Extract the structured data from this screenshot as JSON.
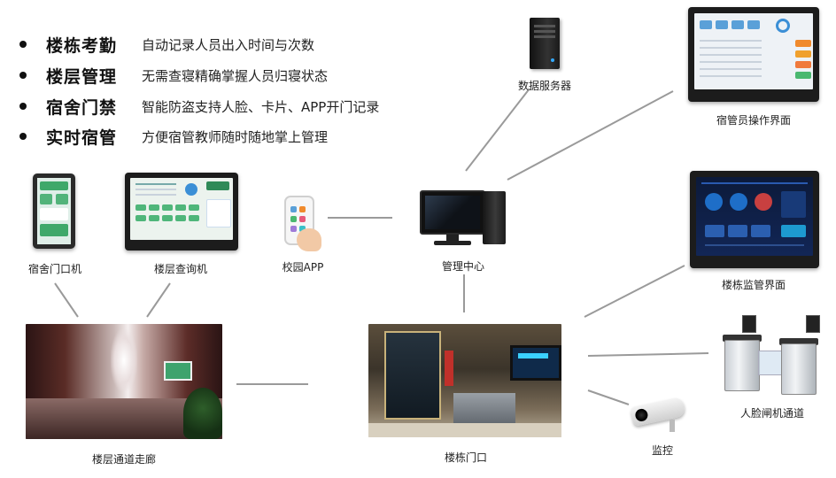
{
  "features": [
    {
      "title": "楼栋考勤",
      "desc": "自动记录人员出入时间与次数"
    },
    {
      "title": "楼层管理",
      "desc": "无需查寝精确掌握人员归寝状态"
    },
    {
      "title": "宿舍门禁",
      "desc": "智能防盗支持人脸、卡片、APP开门记录"
    },
    {
      "title": "实时宿管",
      "desc": "方便宿管教师随时随地掌上管理"
    }
  ],
  "nodes": {
    "data_server": "数据服务器",
    "admin_ui": "宿管员操作界面",
    "dorm_door_device": "宿舍门口机",
    "floor_kiosk": "楼层查询机",
    "campus_app": "校园APP",
    "management_center": "管理中心",
    "building_monitor_ui": "楼栋监管界面",
    "floor_corridor": "楼层通道走廊",
    "building_entrance": "楼栋门口",
    "face_gate": "人脸闸机通道",
    "surveillance": "监控"
  },
  "connections": [
    [
      "management_center",
      "data_server"
    ],
    [
      "management_center",
      "admin_ui"
    ],
    [
      "management_center",
      "campus_app"
    ],
    [
      "management_center",
      "building_entrance"
    ],
    [
      "building_entrance",
      "building_monitor_ui"
    ],
    [
      "building_entrance",
      "face_gate"
    ],
    [
      "building_entrance",
      "surveillance"
    ],
    [
      "building_entrance",
      "floor_corridor"
    ],
    [
      "floor_corridor",
      "dorm_door_device"
    ],
    [
      "floor_corridor",
      "floor_kiosk"
    ]
  ]
}
